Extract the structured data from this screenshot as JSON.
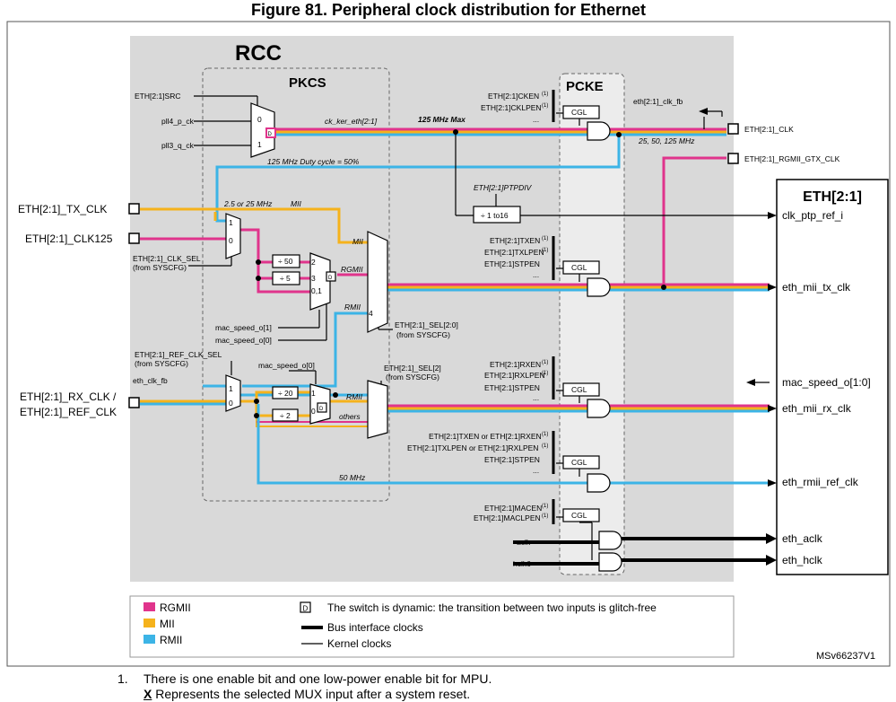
{
  "figure": {
    "title": "Figure 81. Peripheral clock distribution for Ethernet",
    "ref": "MSv66237V1"
  },
  "blocks": {
    "rcc": "RCC",
    "pkcs": "PKCS",
    "pcke": "PCKE",
    "eth": "ETH[2:1]",
    "cgl": "CGL"
  },
  "external_pins": {
    "tx_clk": "ETH[2:1]_TX_CLK",
    "clk125": "ETH[2:1]_CLK125",
    "rx_clk_1": "ETH[2:1]_RX_CLK /",
    "rx_clk_2": "ETH[2:1]_REF_CLK",
    "clk_out": "ETH[2:1]_CLK",
    "rgmii_gtx": "ETH[2:1]_RGMII_GTX_CLK"
  },
  "signals": {
    "src_sel": "ETH[2:1]SRC",
    "pll4": "pll4_p_ck",
    "pll3": "pll3_q_ck",
    "mux0": "0",
    "mux1": "1",
    "mux2": "2",
    "mux3": "3",
    "mux4": "4",
    "mux01": "0,1",
    "ck_ker": "ck_ker_eth[2:1]",
    "max125": "125 MHz Max",
    "duty": "125 MHz Duty cycle = 50%",
    "clk_fb": "eth[2:1]_clk_fb",
    "freqs": "25, 50, 125 MHz",
    "ptpdiv": "ETH[2:1]PTPDIV",
    "div": "÷ 1 to16",
    "mii_freq": "2.5 or 25 MHz",
    "mii": "MII",
    "rgmii": "RGMII",
    "rmii": "RMII",
    "others": "others",
    "clk_sel_1": "ETH[2:1]_CLK_SEL",
    "clk_sel_2": "(from SYSCFG)",
    "div50": "÷ 50",
    "div5": "÷ 5",
    "div20": "÷ 20",
    "div2": "÷ 2",
    "mac_speed1": "mac_speed_o[1]",
    "mac_speed0": "mac_speed_o[0]",
    "mac_speed0b": "mac_speed_o[0]",
    "sel20_1": "ETH[2:1]_SEL[2:0]",
    "sel20_2": "(from SYSCFG)",
    "refclk_sel_1": "ETH[2:1]_REF_CLK_SEL",
    "refclk_sel_2": "(from SYSCFG)",
    "eth_clk_fb": "eth_clk_fb",
    "sel2_1": "ETH[2:1]_SEL[2]",
    "sel2_2": "(from SYSCFG)",
    "mhz50": "50 MHz",
    "aclk": "aclk",
    "hclk6": "hclk6",
    "dots": "..."
  },
  "enables": {
    "cken": "ETH[2:1]CKEN",
    "cklpen": "ETH[2:1]CKLPEN",
    "txen": "ETH[2:1]TXEN",
    "txlpen": "ETH[2:1]TXLPEN",
    "stpen1": "ETH[2:1]STPEN",
    "rxen": "ETH[2:1]RXEN",
    "rxlpen": "ETH[2:1]RXLPEN",
    "stpen2": "ETH[2:1]STPEN",
    "txrx_en": "ETH[2:1]TXEN or ETH[2:1]RXEN",
    "txrx_lpen": "ETH[2:1]TXLPEN or ETH[2:1]RXLPEN",
    "stpen3": "ETH[2:1]STPEN",
    "macen": "ETH[2:1]MACEN",
    "maclpen": "ETH[2:1]MACLPEN",
    "note": "(1)"
  },
  "eth_ports": {
    "ptp": "clk_ptp_ref_i",
    "tx": "eth_mii_tx_clk",
    "mac_speed": "mac_speed_o[1:0]",
    "rx": "eth_mii_rx_clk",
    "rmii_ref": "eth_rmii_ref_clk",
    "aclk": "eth_aclk",
    "hclk": "eth_hclk"
  },
  "legend": {
    "rgmii": "RGMII",
    "mii": "MII",
    "rmii": "RMII",
    "switch": "The switch is dynamic: the transition between two inputs is glitch-free",
    "switch_mark": "D",
    "bus": "Bus interface clocks",
    "kernel": "Kernel clocks"
  },
  "footnote": {
    "num": "1.",
    "text": "There is one enable bit and one low-power enable bit for MPU.",
    "x_mark": "X",
    "x_text": " Represents the selected MUX input after a system reset."
  },
  "colors": {
    "rgmii": "#e0348c",
    "mii": "#f5b21c",
    "rmii": "#3cb4e6",
    "rcc_fill": "#d9d9d9"
  }
}
